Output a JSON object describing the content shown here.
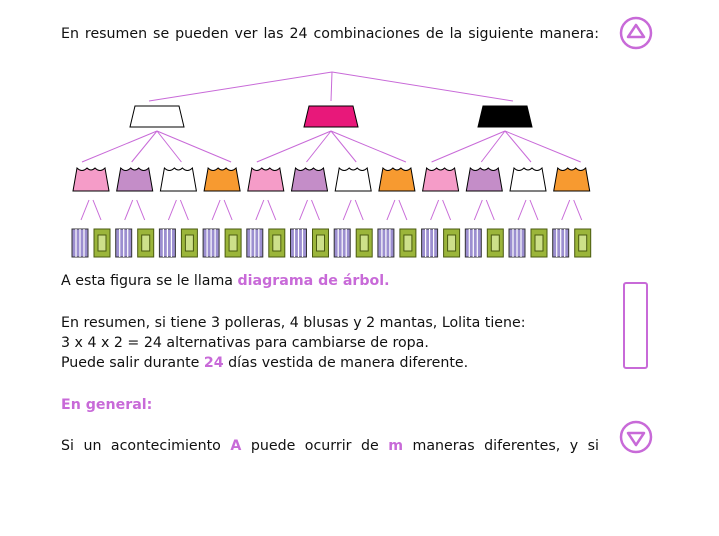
{
  "paragraphs": {
    "intro": "En resumen se pueden ver las 24 combinaciones de la siguiente manera:",
    "figure_prefix": "A esta figura se le llama ",
    "figure_name": "diagrama de árbol.",
    "summary_line1": "En resumen, si tiene 3 polleras, 4 blusas y 2 mantas, Lolita tiene:",
    "summary_line2": "3 x 4 x 2 = 24 alternativas para cambiarse de ropa.",
    "summary_line3_prefix": "Puede salir durante ",
    "summary_line3_number": "24",
    "summary_line3_suffix": " días vestida de manera diferente.",
    "general_heading": "En general:",
    "general_part1": "Si un acontecimiento ",
    "general_event": "A",
    "general_part2": " puede ocurrir de ",
    "general_m": "m",
    "general_part3": " maneras diferentes, y si"
  },
  "tree": {
    "skirts": [
      "white",
      "magenta",
      "black"
    ],
    "blouses": [
      "pink",
      "purple",
      "white",
      "orange"
    ],
    "blankets": [
      "striped-purple",
      "green-framed"
    ]
  },
  "colors": {
    "accent": "#c86ad8",
    "line": "#c86ad8",
    "skirt_white": "#ffffff",
    "skirt_magenta": "#e8187a",
    "skirt_black": "#000000",
    "blouse_pink": "#f59cc8",
    "blouse_purple": "#c48dc8",
    "blouse_white": "#ffffff",
    "blouse_orange": "#f79a30",
    "blanket_purple": "#9c8fd0",
    "blanket_green": "#9bb53a"
  },
  "icons": {
    "up": "triangle-up-circle-icon",
    "down": "triangle-down-circle-icon"
  }
}
